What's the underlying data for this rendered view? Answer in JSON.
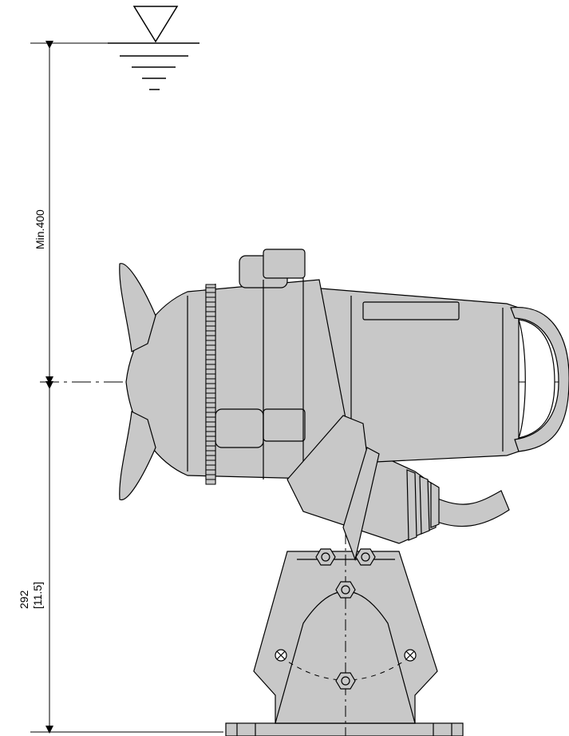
{
  "drawing": {
    "dimension_min_depth": "Min.400",
    "dimension_height_mm": "292",
    "dimension_height_in": "[11.5]"
  },
  "colors": {
    "body_fill": "#c8c8c8",
    "line": "#000000",
    "background": "#ffffff"
  }
}
